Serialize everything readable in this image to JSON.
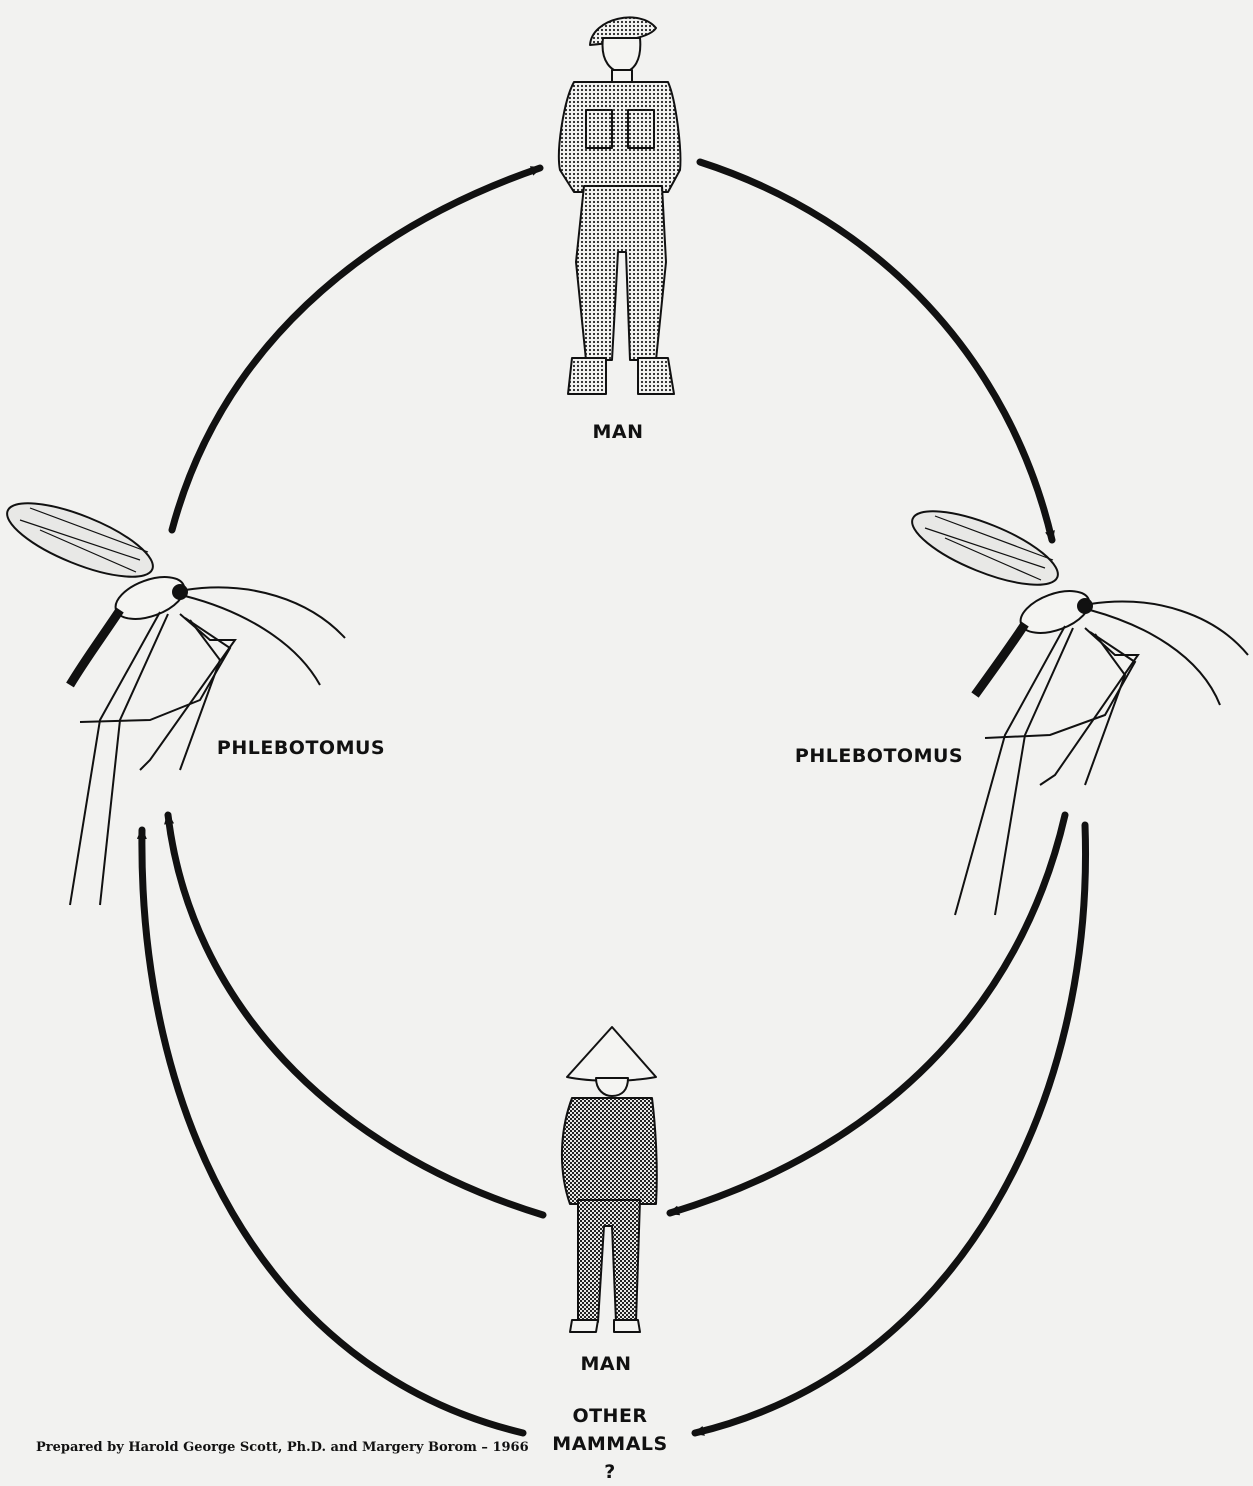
{
  "labels": {
    "man_top": "MAN",
    "vector_left": "PHLEBOTOMUS",
    "vector_right": "PHLEBOTOMUS",
    "man_bottom": "MAN",
    "other_mammals_line1": "OTHER",
    "other_mammals_line2": "MAMMALS",
    "other_mammals_line3": "?"
  },
  "credit": "Prepared by Harold George Scott, Ph.D. and Margery Borom – 1966",
  "colors": {
    "background": "#f2f2f0",
    "ink": "#111111"
  },
  "icons": {
    "man_top": "soldier-figure-icon",
    "man_bottom": "conical-hat-man-icon",
    "vector": "sand-fly-icon"
  }
}
